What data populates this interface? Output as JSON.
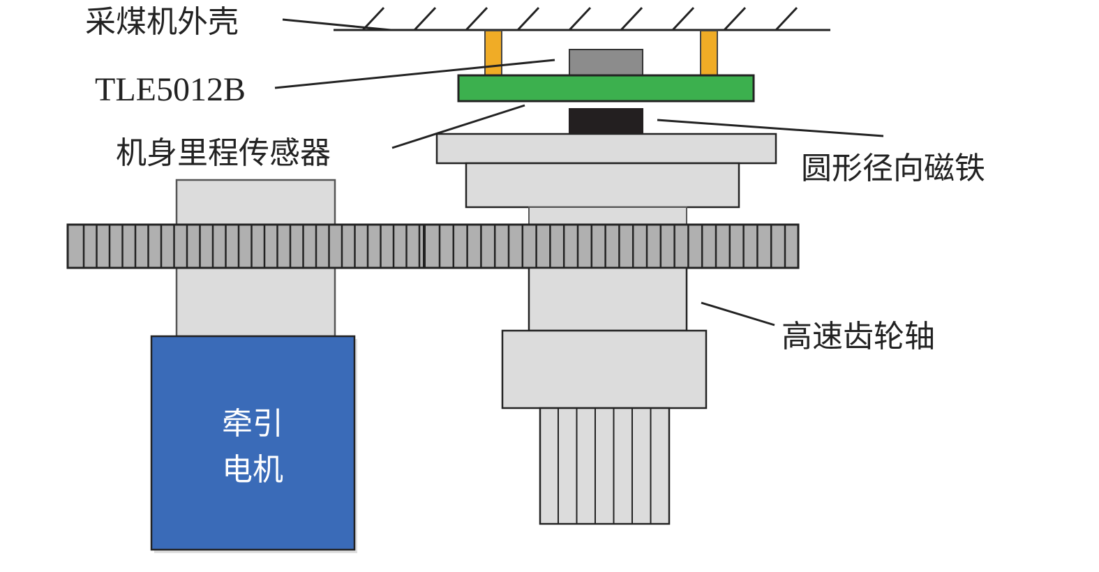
{
  "labels": {
    "shell": "采煤机外壳",
    "chip": "TLE5012B",
    "sensor": "机身里程传感器",
    "magnet": "圆形径向磁铁",
    "shaft": "高速齿轮轴",
    "motor_line1": "牵引",
    "motor_line2": "电机"
  },
  "colors": {
    "pcb": "#3cb04e",
    "standoff": "#f0ac26",
    "chip": "#8c8c8c",
    "magnet": "#231f20",
    "motor": "#3a6bb8",
    "part": "#dcdcdc",
    "gear": "#b0b0b0"
  }
}
